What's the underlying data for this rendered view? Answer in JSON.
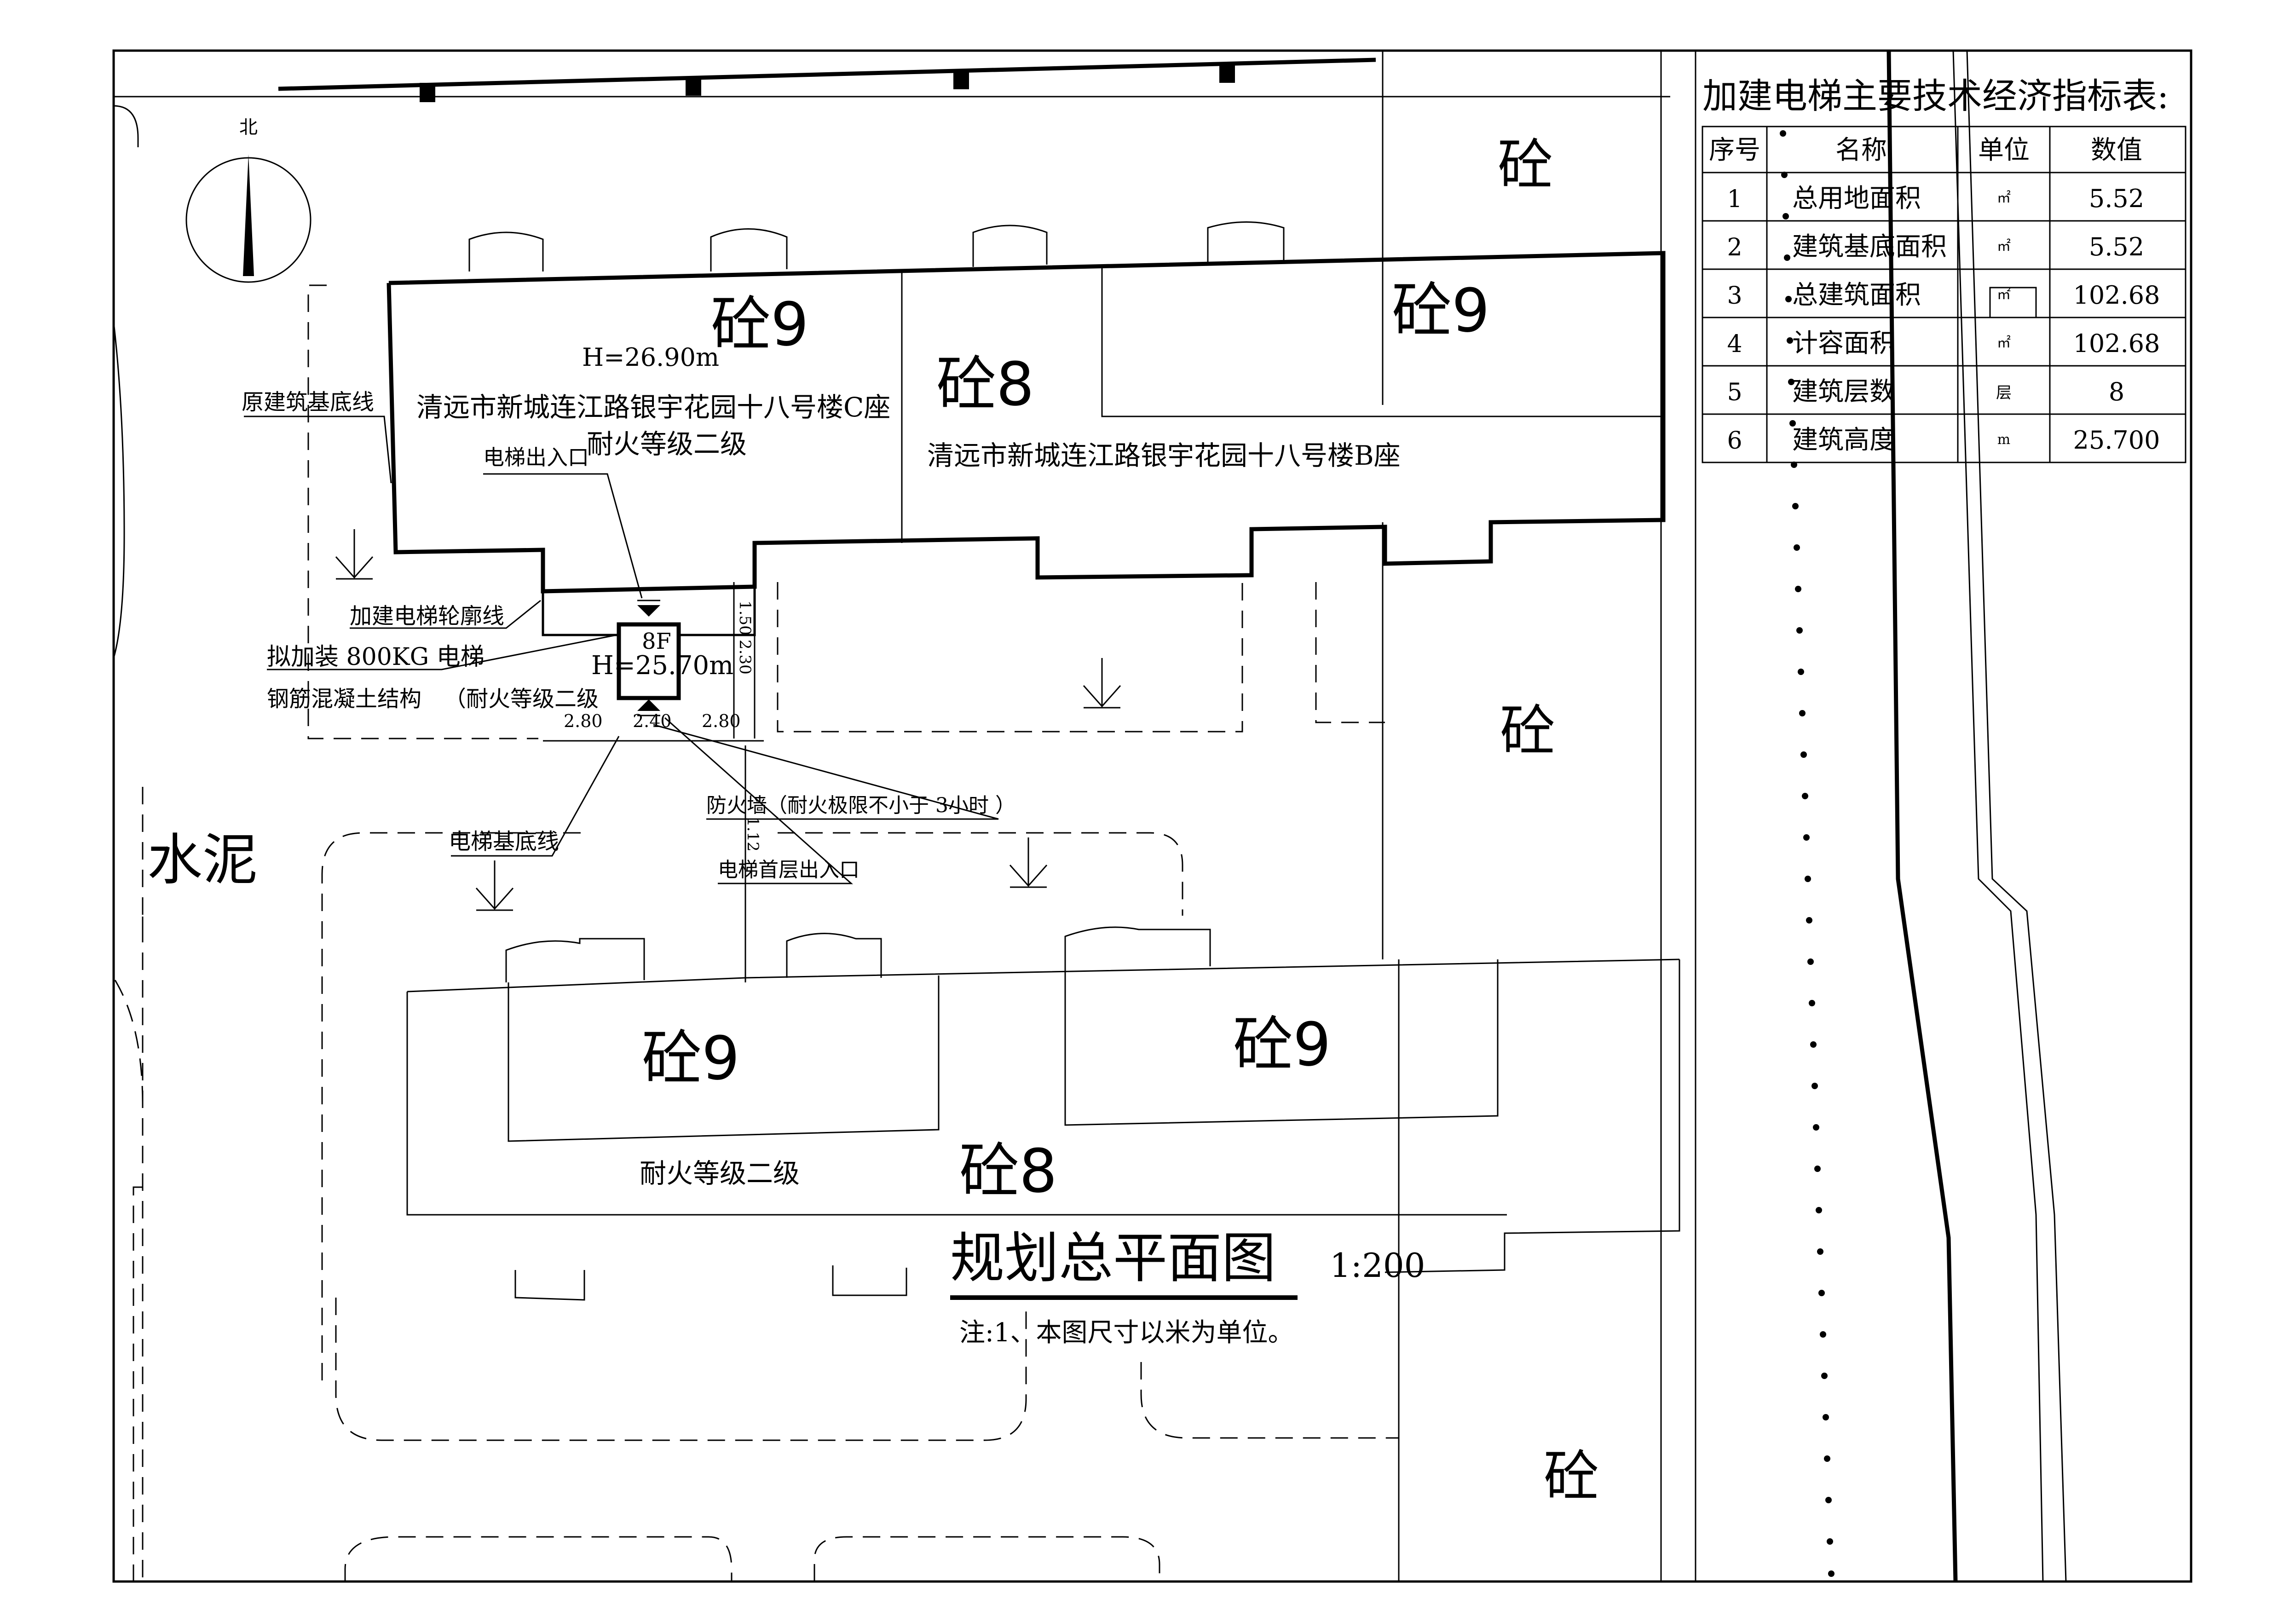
{
  "drawing": {
    "title": "规划总平面图",
    "scale": "1:200",
    "note": "注:1、本图尺寸以米为单位。",
    "north_label": "北",
    "ground_label": "水泥"
  },
  "buildings": {
    "c_name": "清远市新城连江路银宇花园十八号楼C座",
    "c_height": "H=26.90m",
    "b_name": "清远市新城连江路银宇花园十八号楼B座",
    "fire_rating_top": "耐火等级二级",
    "fire_rating_bottom": "耐火等级二级"
  },
  "elevator": {
    "floors": "8F",
    "height": "H=25.70m",
    "dims": [
      "2.80",
      "2.40",
      "2.80",
      "1.50",
      "2.30",
      "1.12"
    ]
  },
  "labels": {
    "original_base_line": "原建筑基底线",
    "elevator_exit": "电梯出入口",
    "elevator_outline": "加建电梯轮廓线",
    "proposed_line1": "拟加装  800KG 电梯",
    "proposed_line2": "钢筋混凝土结构",
    "proposed_line3": "（耐火等级二级",
    "elevator_base_line": "电梯基底线",
    "firewall": "防火墙（耐火极限不小于 3小时 ）",
    "ground_exit": "电梯首层出入口"
  },
  "materials": {
    "c9_a": "砼9",
    "c8_a": "砼8",
    "c9_b": "砼9",
    "c_top_right": "砼",
    "c_mid_right": "砼",
    "c9_c": "砼9",
    "c9_d": "砼9",
    "c8_b": "砼8",
    "c_bottom_right": "砼"
  },
  "table": {
    "title": "加建电梯主要技术经济指标表:",
    "headers": [
      "序号",
      "名称",
      "单位",
      "数值"
    ],
    "rows": [
      [
        "1",
        "总用地面积",
        "㎡",
        "5.52"
      ],
      [
        "2",
        "建筑基底面积",
        "㎡",
        "5.52"
      ],
      [
        "3",
        "总建筑面积",
        "㎡",
        "102.68"
      ],
      [
        "4",
        "计容面积",
        "㎡",
        "102.68"
      ],
      [
        "5",
        "建筑层数",
        "层",
        "8"
      ],
      [
        "6",
        "建筑高度",
        "m",
        "25.700"
      ]
    ]
  }
}
